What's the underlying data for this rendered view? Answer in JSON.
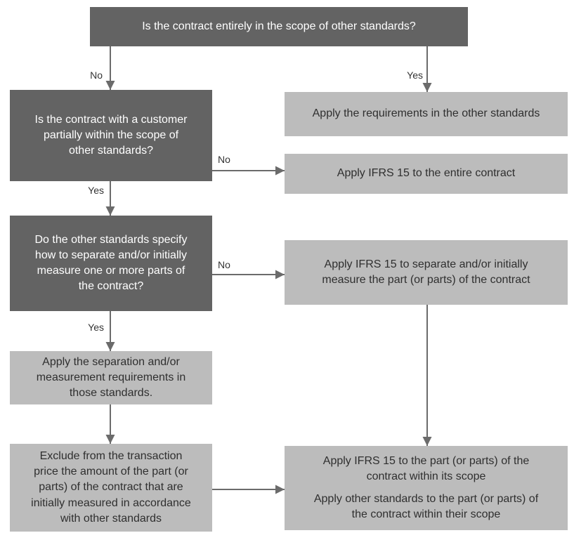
{
  "colors": {
    "background": "#ffffff",
    "dark_box": "#636363",
    "light_box": "#bcbcbc",
    "dark_box_text": "#ffffff",
    "light_box_text": "#2f2f2f",
    "arrow": "#6b6b6b",
    "label_text": "#333333"
  },
  "diagram": {
    "type": "flowchart",
    "nodes": {
      "q_entire_scope": {
        "text": "Is the contract entirely in the scope of other standards?"
      },
      "q_partial_scope": {
        "text": "Is the contract with a customer\npartially within the scope of\nother standards?"
      },
      "q_standards_specify": {
        "text": "Do the other standards specify\nhow to separate and/or initially\nmeasure one or more parts of\nthe contract?"
      },
      "apply_separation": {
        "text": "Apply the separation and/or\nmeasurement requirements in\nthose standards."
      },
      "exclude_transaction": {
        "text": "Exclude from the transaction\nprice the amount of the part (or\nparts) of the contract that are\ninitially measured in accordance\nwith other standards"
      },
      "apply_other_standards": {
        "text": "Apply the requirements in the other standards"
      },
      "apply_ifrs15_entire": {
        "text": "Apply IFRS 15 to the entire contract"
      },
      "apply_ifrs15_separate": {
        "text": "Apply IFRS 15 to separate and/or initially\nmeasure the part (or parts) of the contract"
      },
      "apply_both": {
        "paragraph1": "Apply IFRS 15 to the part (or parts) of the\ncontract within its scope",
        "paragraph2": "Apply other standards to the part (or parts) of\nthe contract within their scope"
      }
    },
    "labels": {
      "no1": "No",
      "yes1": "Yes",
      "no2": "No",
      "yes2": "Yes",
      "no3": "No",
      "yes3": "Yes"
    }
  }
}
